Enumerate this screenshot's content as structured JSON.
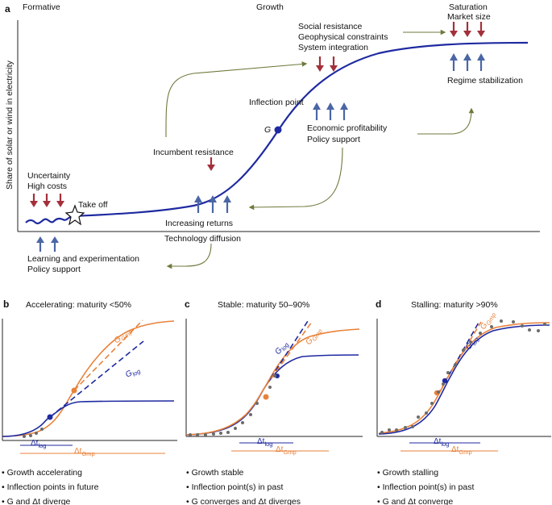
{
  "colors": {
    "logistic": "#1f2aa0",
    "gompertz": "#e8823a",
    "arrow_up": "#4a66a5",
    "arrow_down": "#a3303a",
    "loop": "#6d7a3c",
    "dots": "#6b6b6b"
  },
  "panel_a": {
    "letter": "a",
    "phases": [
      "Formative",
      "Growth",
      "Saturation"
    ],
    "ylabel": "Share of solar or wind in electricity",
    "uncertainty": "Uncertainty",
    "high_costs": "High costs",
    "take_off": "Take off",
    "learning": "Learning and experimentation",
    "policy_support_1": "Policy support",
    "increasing_returns": "Increasing returns",
    "technology_diffusion": "Technology diffusion",
    "incumbent_resistance": "Incumbent resistance",
    "g_label": "G",
    "inflection_point": "Inflection point",
    "economic_profitability": "Economic profitability",
    "policy_support_2": "Policy support",
    "social_resistance": "Social resistance",
    "geophysical": "Geophysical constraints",
    "system_integration": "System integration",
    "market_size": "Market size",
    "regime_stabilization": "Regime stabilization"
  },
  "panels": [
    {
      "letter": "b",
      "title": "Accelerating: maturity <50%",
      "bullets": [
        "Growth accelerating",
        "Inflection points in future",
        "G and Δt diverge"
      ]
    },
    {
      "letter": "c",
      "title": "Stable: maturity 50–90%",
      "bullets": [
        "Growth stable",
        "Inflection point(s) in past",
        "G converges and Δt diverges"
      ]
    },
    {
      "letter": "d",
      "title": "Stalling: maturity >90%",
      "bullets": [
        "Growth stalling",
        "Inflection point(s) in past",
        "G and Δt converge"
      ]
    }
  ],
  "symbols": {
    "g": "G",
    "g_gmp": "Gmp",
    "g_log": "log",
    "dt": "Δt",
    "dt_log": "log",
    "dt_gmp": "Gmp"
  }
}
